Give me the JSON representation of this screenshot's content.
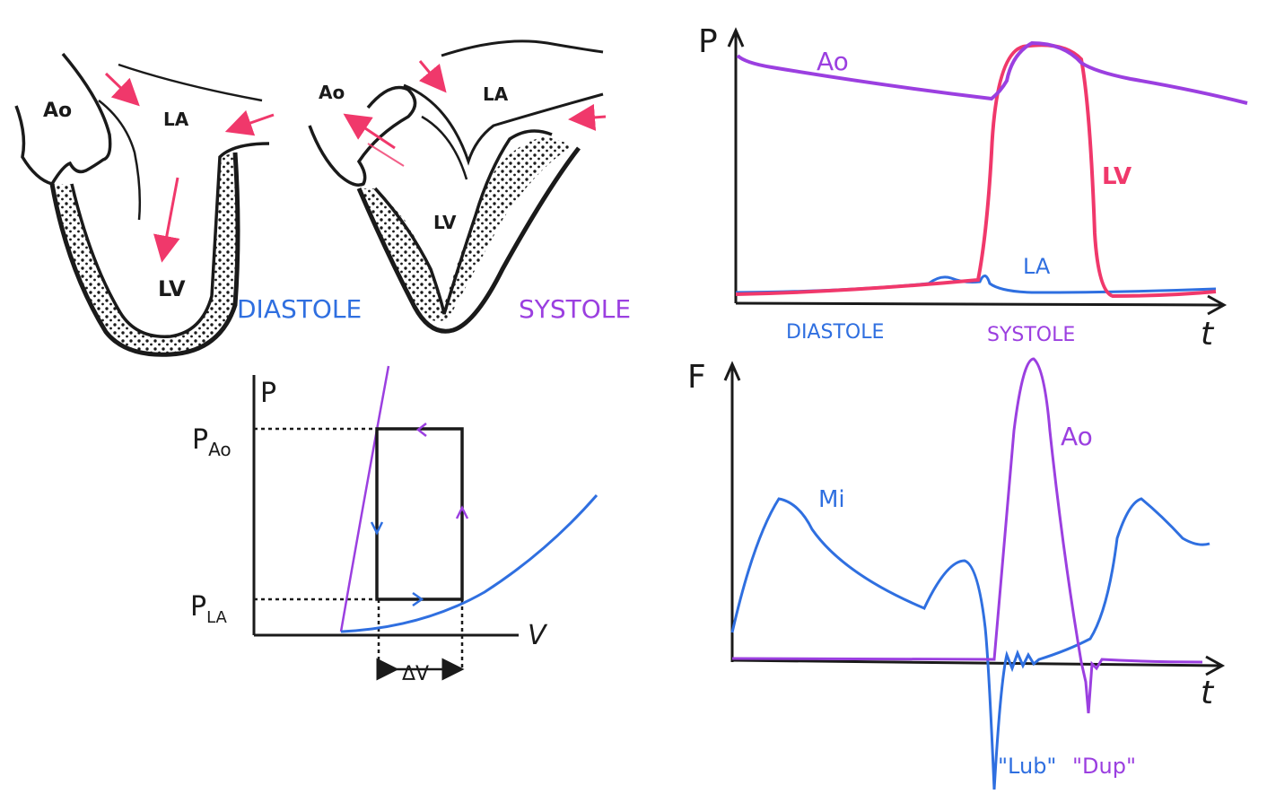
{
  "colors": {
    "ink": "#1a1a1a",
    "red": "#f0386b",
    "blue": "#2f6fe0",
    "purple": "#9b3fe0"
  },
  "heart_diastole": {
    "ao": "Ao",
    "la": "LA",
    "lv": "LV",
    "phase": "DIASTOLE"
  },
  "heart_systole": {
    "ao": "Ao",
    "la": "LA",
    "lv": "LV",
    "phase": "SYSTOLE"
  },
  "pv_loop": {
    "y_axis": "P",
    "x_axis": "V",
    "p_ao_main": "P",
    "p_ao_sub": "Ao",
    "p_la_main": "P",
    "p_la_sub": "LA",
    "delta_v": "ΔV"
  },
  "pressure_plot": {
    "y_axis": "P",
    "x_axis": "t",
    "ao": "Ao",
    "lv": "LV",
    "la": "LA",
    "diastole": "DIASTOLE",
    "systole": "SYSTOLE"
  },
  "flow_plot": {
    "y_axis": "F",
    "x_axis": "t",
    "mi": "Mi",
    "ao": "Ao",
    "lub": "\"Lub\"",
    "dup": "\"Dup\""
  }
}
